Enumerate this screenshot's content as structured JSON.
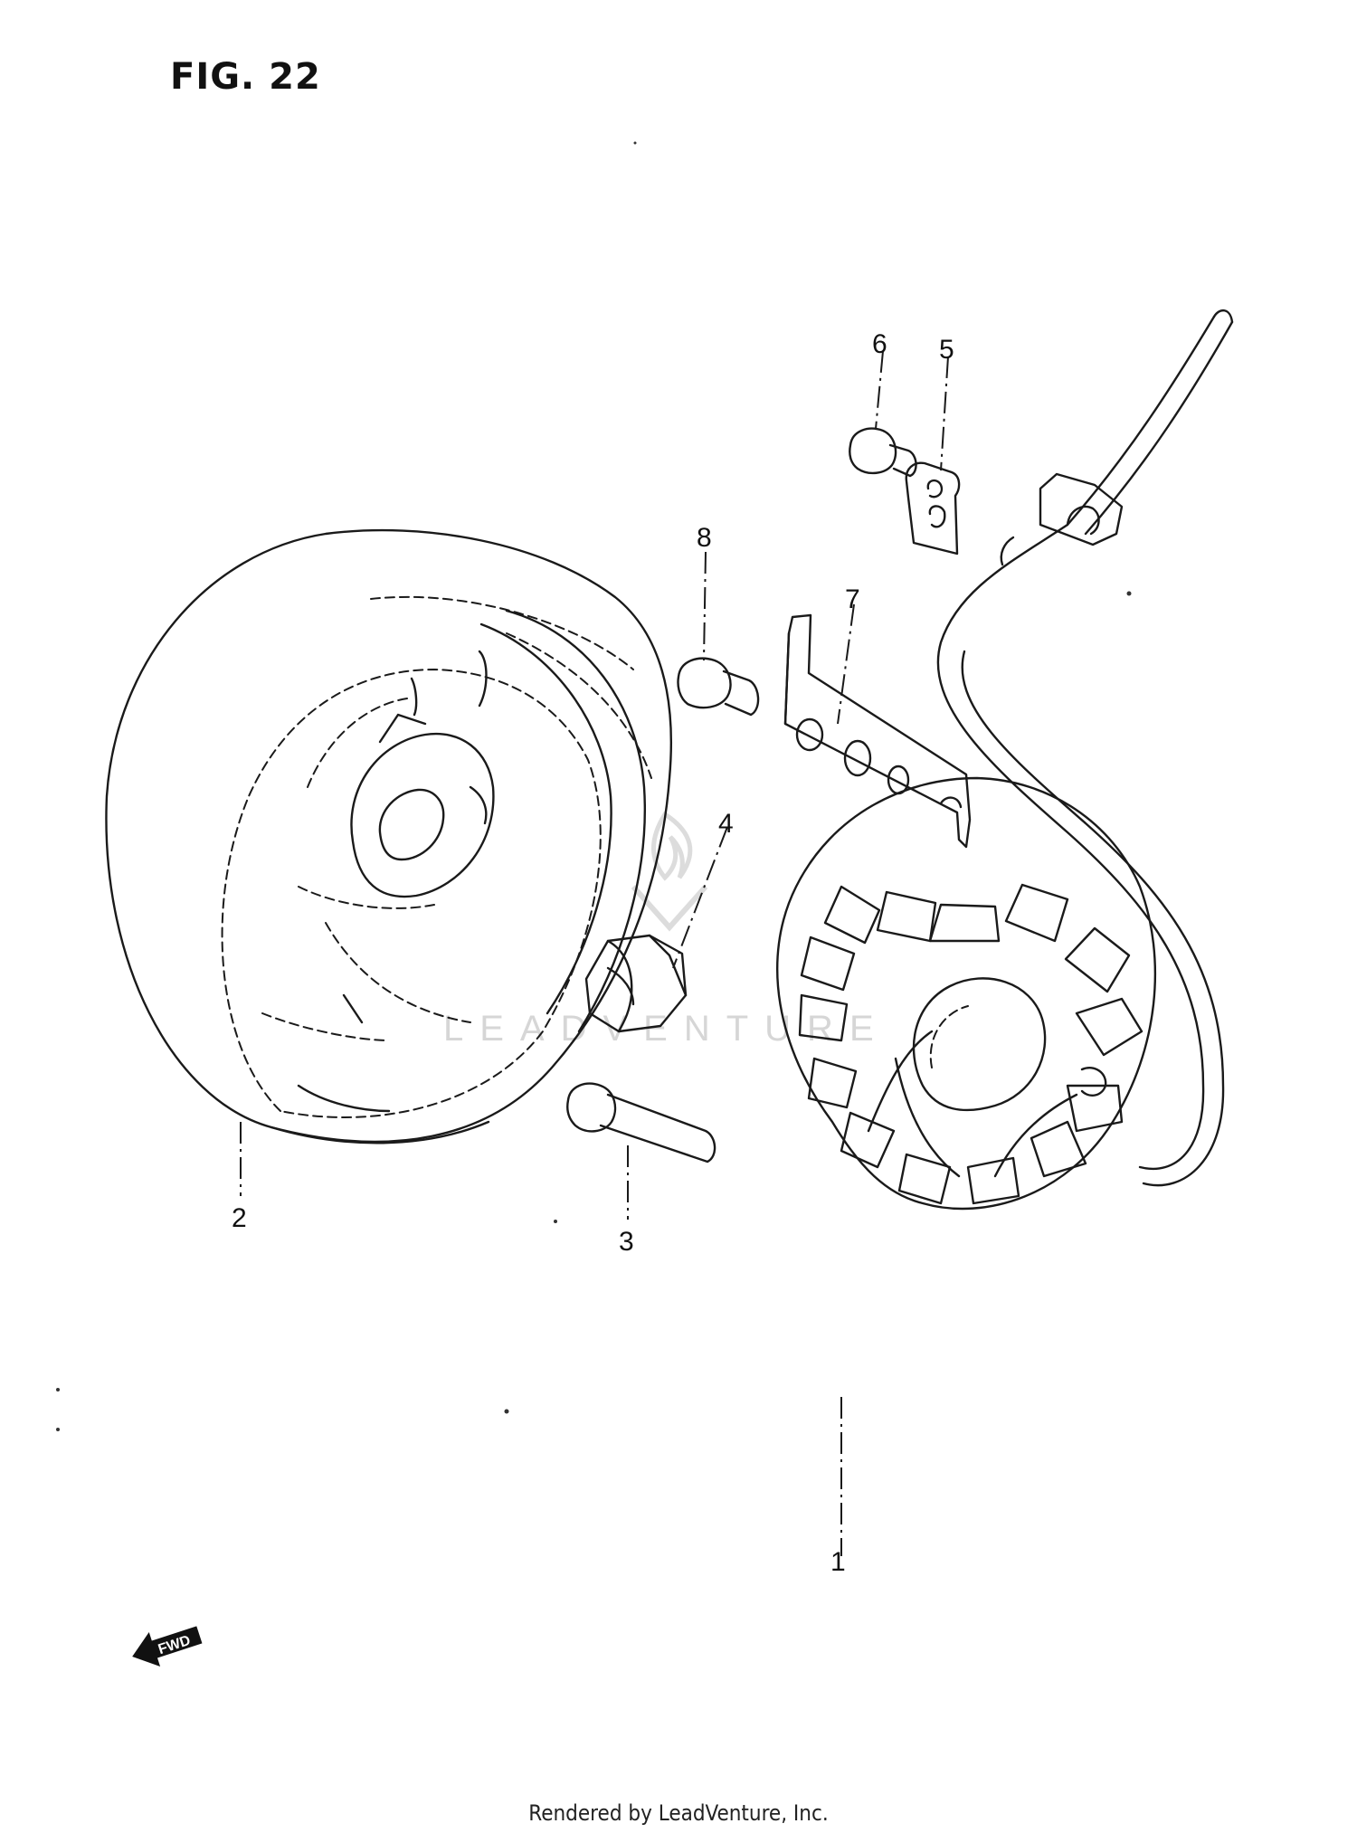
{
  "figure": {
    "title": "FIG. 22"
  },
  "callouts": [
    {
      "id": "1",
      "label": "1"
    },
    {
      "id": "2",
      "label": "2"
    },
    {
      "id": "3",
      "label": "3"
    },
    {
      "id": "4",
      "label": "4"
    },
    {
      "id": "5",
      "label": "5"
    },
    {
      "id": "6",
      "label": "6"
    },
    {
      "id": "7",
      "label": "7"
    },
    {
      "id": "8",
      "label": "8"
    }
  ],
  "direction_mark": {
    "label": "FWD"
  },
  "watermark": {
    "text": "LEADVENTURE"
  },
  "footer": {
    "text": "Rendered by LeadVenture, Inc."
  }
}
